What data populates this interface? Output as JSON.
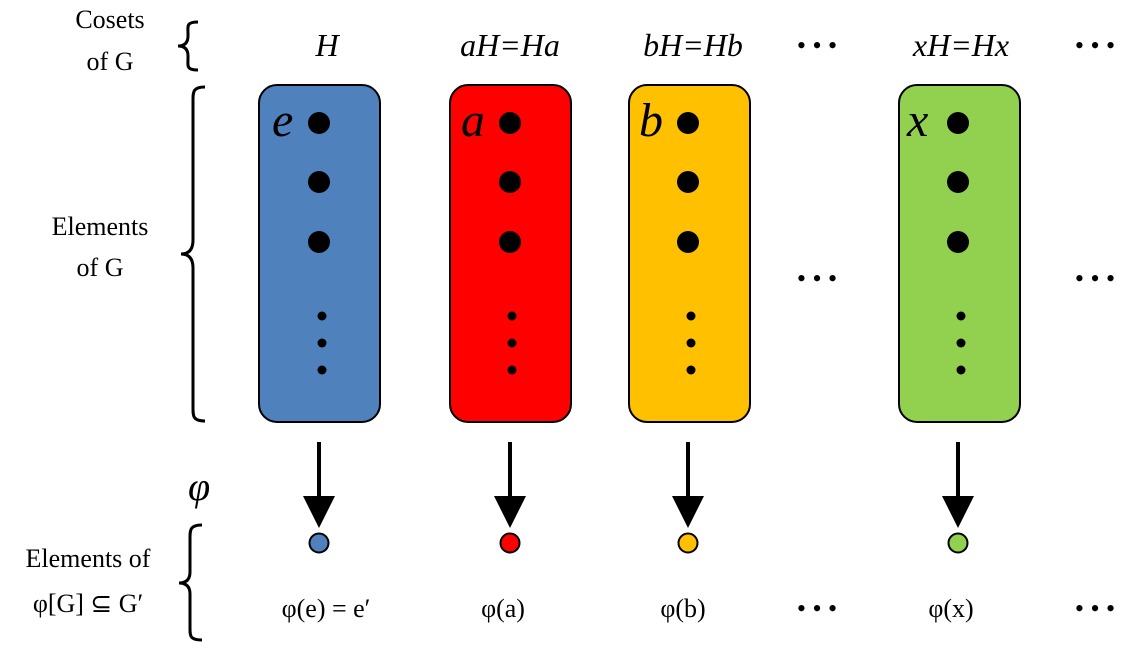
{
  "row_labels": {
    "cosets": [
      "Cosets",
      "of G"
    ],
    "elements": [
      "Elements",
      "of G"
    ],
    "image": [
      "Elements of",
      "φ[G] ⊆ G′"
    ]
  },
  "phi_label": "φ",
  "ellipsis": "• • •",
  "cosets": [
    {
      "header": "H",
      "letter": "e",
      "color": "#4f81bd",
      "image_label": "φ(e) = e′"
    },
    {
      "header": "aH=Ha",
      "letter": "a",
      "color": "#ff0000",
      "image_label": "φ(a)"
    },
    {
      "header": "bH=Hb",
      "letter": "b",
      "color": "#ffc000",
      "image_label": "φ(b)"
    },
    {
      "header": "xH=Hx",
      "letter": "x",
      "color": "#92d050",
      "image_label": "φ(x)"
    }
  ]
}
